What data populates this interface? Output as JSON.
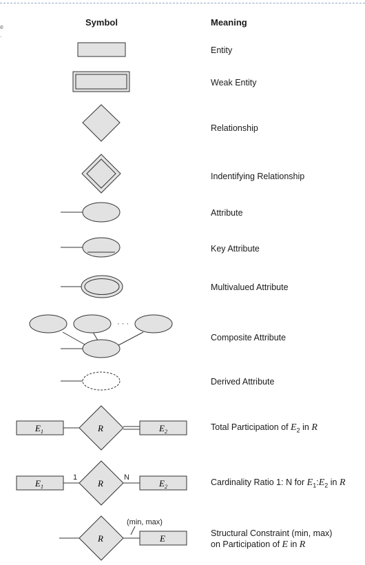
{
  "headers": {
    "symbol": "Symbol",
    "meaning": "Meaning"
  },
  "edge_marks": [
    "e",
    "."
  ],
  "rows": [
    {
      "id": "entity",
      "meaning": "Entity"
    },
    {
      "id": "weak-entity",
      "meaning": "Weak Entity"
    },
    {
      "id": "relationship",
      "meaning": "Relationship"
    },
    {
      "id": "identifying-relationship",
      "meaning": "Indentifying Relationship"
    },
    {
      "id": "attribute",
      "meaning": "Attribute"
    },
    {
      "id": "key-attribute",
      "meaning": "Key Attribute"
    },
    {
      "id": "multivalued-attribute",
      "meaning": "Multivalued Attribute"
    },
    {
      "id": "composite-attribute",
      "meaning": "Composite Attribute"
    },
    {
      "id": "derived-attribute",
      "meaning": "Derived Attribute"
    },
    {
      "id": "total-participation",
      "meaning_parts": {
        "a": "Total Participation of ",
        "e": "E",
        "sub": "2",
        "b": " in ",
        "r": "R"
      }
    },
    {
      "id": "cardinality-ratio",
      "meaning_parts": {
        "a": "Cardinality Ratio 1: N for ",
        "e1": "E",
        "sub1": "1",
        "colon": ":",
        "e2": "E",
        "sub2": "2",
        "b": " in ",
        "r": "R"
      }
    },
    {
      "id": "structural-constraint",
      "meaning_parts": {
        "line1": "Structural Constraint (min, max)",
        "a": "on Participation of ",
        "e": "E",
        "b": " in ",
        "r": "R"
      }
    }
  ],
  "symbol_labels": {
    "e": "E",
    "sub1": "1",
    "sub2": "2",
    "r": "R",
    "one": "1",
    "n": "N",
    "min_max": "(min, max)",
    "ellipsis": "· · ·"
  }
}
